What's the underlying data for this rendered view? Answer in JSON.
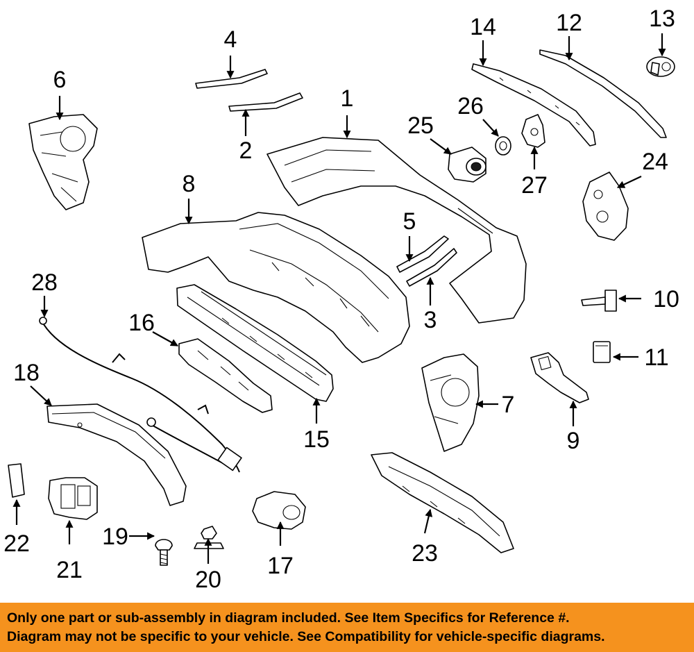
{
  "diagram": {
    "callouts": {
      "c1": "1",
      "c2": "2",
      "c3": "3",
      "c4": "4",
      "c5": "5",
      "c6": "6",
      "c7": "7",
      "c8": "8",
      "c9": "9",
      "c10": "10",
      "c11": "11",
      "c12": "12",
      "c13": "13",
      "c14": "14",
      "c15": "15",
      "c16": "16",
      "c17": "17",
      "c18": "18",
      "c19": "19",
      "c20": "20",
      "c21": "21",
      "c22": "22",
      "c23": "23",
      "c24": "24",
      "c25": "25",
      "c26": "26",
      "c27": "27",
      "c28": "28"
    }
  },
  "banner": {
    "line1": "Only one part or sub-assembly in diagram included. See Item Specifics for Reference #.",
    "line2": "Diagram may not be specific to your vehicle. See Compatibility for vehicle-specific diagrams.",
    "background": "#f5921e"
  }
}
